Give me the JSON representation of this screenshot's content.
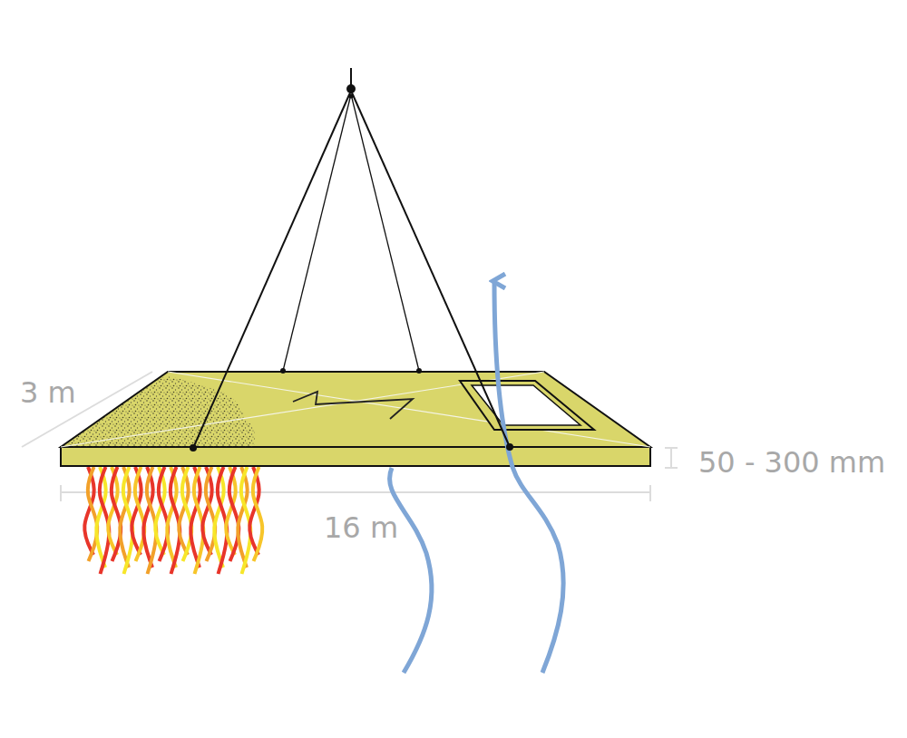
{
  "diagram": {
    "labels": [
      "3 m",
      "16 m",
      "50 - 300 mm"
    ]
  }
}
